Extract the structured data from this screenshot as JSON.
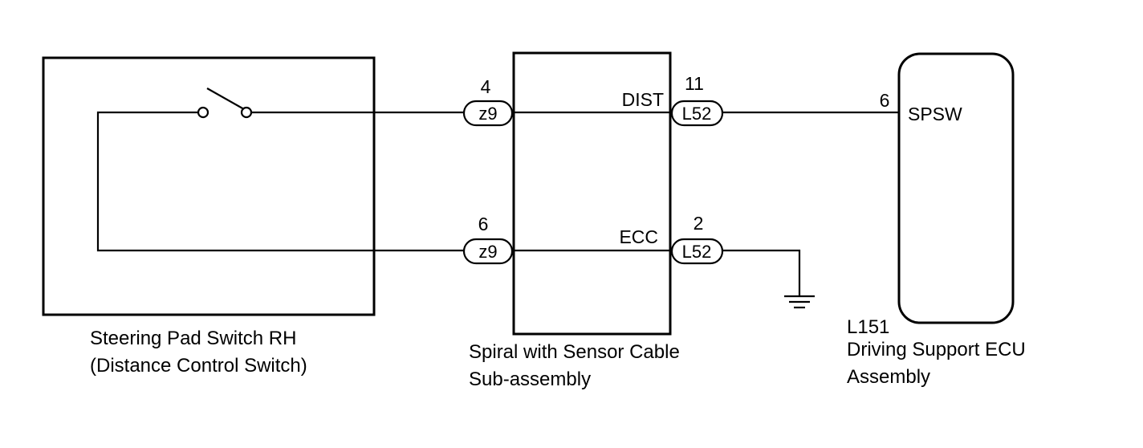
{
  "components": {
    "steering_switch": {
      "caption_line1": "Steering Pad Switch RH",
      "caption_line2": "(Distance Control Switch)"
    },
    "spiral_cable": {
      "caption_line1": "Spiral with Sensor Cable",
      "caption_line2": "Sub-assembly",
      "terminal_dist": "DIST",
      "terminal_ecc": "ECC"
    },
    "driving_support_ecu": {
      "connector_id": "L151",
      "caption_line1": "Driving Support ECU",
      "caption_line2": "Assembly",
      "terminal_spsw": "SPSW"
    }
  },
  "connectors": {
    "z9_top": {
      "label": "z9",
      "pin": "4"
    },
    "z9_bottom": {
      "label": "z9",
      "pin": "6"
    },
    "l52_top": {
      "label": "L52",
      "pin": "11"
    },
    "l52_bottom": {
      "label": "L52",
      "pin": "2"
    },
    "l151": {
      "pin": "6"
    }
  }
}
